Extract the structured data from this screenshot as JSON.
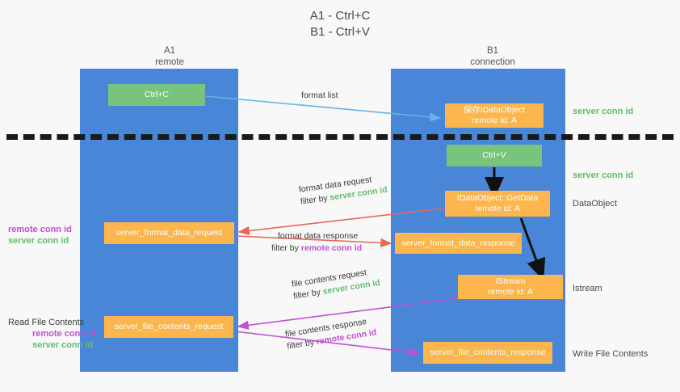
{
  "title": {
    "line1": "A1 - Ctrl+C",
    "line2": "B1 - Ctrl+V"
  },
  "columns": {
    "left": {
      "name": "A1",
      "role": "remote"
    },
    "right": {
      "name": "B1",
      "role": "connection"
    }
  },
  "boxes": {
    "ctrl_c": {
      "line1": "Ctrl+C",
      "line2": "",
      "color": "#78c47c"
    },
    "data_object": {
      "line1": "保存IDataObject",
      "line2": "remote id: A",
      "color": "#fcb64d"
    },
    "ctrl_v": {
      "line1": "Ctrl+V",
      "line2": "",
      "color": "#78c47c"
    },
    "get_data": {
      "line1": "IDataObject::GetData",
      "line2": "remote id: A",
      "color": "#fcb64d"
    },
    "format_request": {
      "line1": "server_format_data_request",
      "line2": "",
      "color": "#fcb64d"
    },
    "format_response": {
      "line1": "server_format_data_response",
      "line2": "",
      "color": "#fcb64d"
    },
    "istream": {
      "line1": "IStream",
      "line2": "remote id: A",
      "color": "#fcb64d"
    },
    "file_request": {
      "line1": "server_file_contents_request",
      "line2": "",
      "color": "#fcb64d"
    },
    "file_response": {
      "line1": "server_file_contents_response",
      "line2": "",
      "color": "#fcb64d"
    }
  },
  "edge_labels": {
    "format_list": "format list",
    "format_data_request": {
      "line1": "format data request",
      "filter_prefix": "filter by ",
      "filter_value": "server conn id"
    },
    "format_data_response": {
      "line1": "format data response",
      "filter_prefix": "filter by ",
      "filter_value": "remote conn id"
    },
    "file_contents_request": {
      "line1": "file contents request",
      "filter_prefix": "filter by ",
      "filter_value": "server conn id"
    },
    "file_contents_response": {
      "line1": "file contents response",
      "filter_prefix": "filter by ",
      "filter_value": "remote conn id"
    }
  },
  "annotations": {
    "right": {
      "server_conn_id_1": "server conn id",
      "server_conn_id_2": "server conn id",
      "data_object": "DataObject",
      "istream": "Istream",
      "write_file_contents": "Write File Contents"
    },
    "left": {
      "remote_conn_id_1": "remote conn id",
      "server_conn_id_1": "server conn id",
      "read_file_contents": "Read File Contents",
      "remote_conn_id_2": "remote conn id",
      "server_conn_id_2": "server conn id"
    }
  },
  "colors": {
    "lane": "#4a86d8",
    "green_box": "#78c47c",
    "orange_box": "#fcb64d",
    "green_text": "#62bd6a",
    "purple_text": "#c14fd6",
    "blue_arrow": "#67b3e8",
    "red_arrow": "#e8655a",
    "magenta_arrow": "#c14fd6",
    "black_arrow": "#111111",
    "divider": "#1a1a1a"
  }
}
